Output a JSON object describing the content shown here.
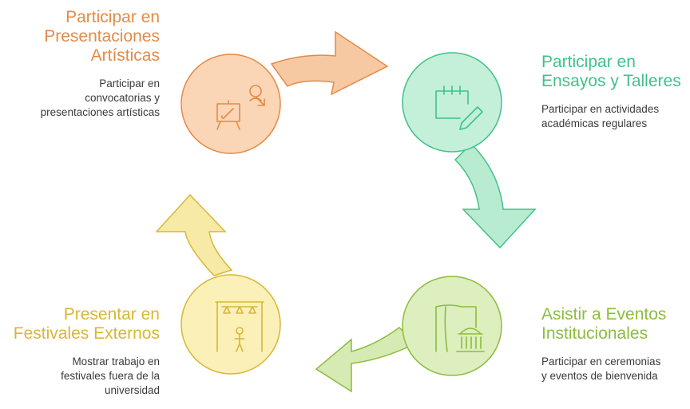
{
  "steps": {
    "top_left": {
      "title_lines": [
        "Participar en",
        "Presentaciones",
        "Artísticas"
      ],
      "desc_lines": [
        "Participar en",
        "convocatorias y",
        "presentaciones artísticas"
      ],
      "color": "#e58a45",
      "icon": "easel-artist-icon"
    },
    "top_right": {
      "title_lines": [
        "Participar en",
        "Ensayos y Talleres"
      ],
      "desc_lines": [
        "Participar en actividades",
        "académicas regulares"
      ],
      "color": "#3fc28a",
      "icon": "calendar-pencil-icon"
    },
    "bottom_right": {
      "title_lines": [
        "Asistir a Eventos",
        "Institucionales"
      ],
      "desc_lines": [
        "Participar en ceremonias",
        "y eventos de bienvenida"
      ],
      "color": "#8cbd3c",
      "icon": "curtain-building-icon"
    },
    "bottom_left": {
      "title_lines": [
        "Presentar en",
        "Festivales Externos"
      ],
      "desc_lines": [
        "Mostrar trabajo en",
        "festivales fuera de la",
        "universidad"
      ],
      "color": "#d8b735",
      "icon": "stage-performer-icon"
    }
  }
}
